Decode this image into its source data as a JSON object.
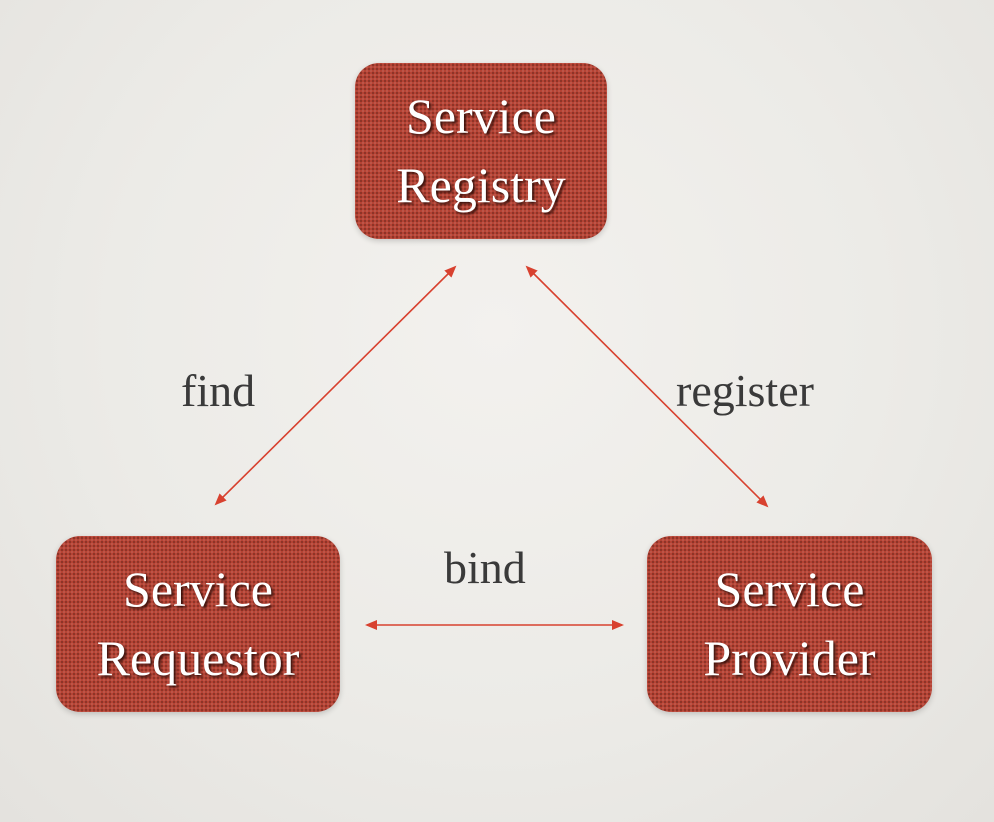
{
  "diagram": {
    "nodes": {
      "registry": {
        "line1": "Service",
        "line2": "Registry"
      },
      "requestor": {
        "line1": "Service",
        "line2": "Requestor"
      },
      "provider": {
        "line1": "Service",
        "line2": "Provider"
      }
    },
    "edges": {
      "find": {
        "label": "find",
        "from": "requestor",
        "to": "registry",
        "bidirectional": true
      },
      "register": {
        "label": "register",
        "from": "provider",
        "to": "registry",
        "bidirectional": true
      },
      "bind": {
        "label": "bind",
        "from": "requestor",
        "to": "provider",
        "bidirectional": true
      }
    }
  },
  "colors": {
    "node_fill": "#b64334",
    "node_text": "#ffffff",
    "arrow": "#d8412f",
    "label_text": "#3a3a3a",
    "background": "#ecebe7"
  }
}
